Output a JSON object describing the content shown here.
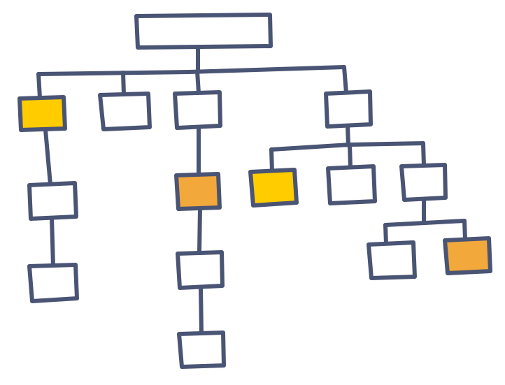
{
  "colors": {
    "stroke": "#4a5474",
    "box_fill": "#ffffff",
    "yellow": "#ffcc00",
    "orange": "#f2a83a"
  },
  "tree": {
    "id": "root",
    "fill": "box_fill",
    "children": [
      {
        "id": "n1",
        "fill": "yellow",
        "children": [
          {
            "id": "n1a",
            "fill": "box_fill",
            "children": [
              {
                "id": "n1b",
                "fill": "box_fill",
                "children": []
              }
            ]
          }
        ]
      },
      {
        "id": "n2",
        "fill": "box_fill",
        "children": []
      },
      {
        "id": "n3",
        "fill": "box_fill",
        "children": [
          {
            "id": "n3a",
            "fill": "orange",
            "children": [
              {
                "id": "n3b",
                "fill": "box_fill",
                "children": [
                  {
                    "id": "n3c",
                    "fill": "box_fill",
                    "children": []
                  }
                ]
              }
            ]
          }
        ]
      },
      {
        "id": "n4",
        "fill": "box_fill",
        "children": [
          {
            "id": "n4a",
            "fill": "yellow",
            "children": []
          },
          {
            "id": "n4b",
            "fill": "box_fill",
            "children": []
          },
          {
            "id": "n4c",
            "fill": "box_fill",
            "children": [
              {
                "id": "n4c1",
                "fill": "box_fill",
                "children": []
              },
              {
                "id": "n4c2",
                "fill": "orange",
                "children": []
              }
            ]
          }
        ]
      }
    ]
  }
}
